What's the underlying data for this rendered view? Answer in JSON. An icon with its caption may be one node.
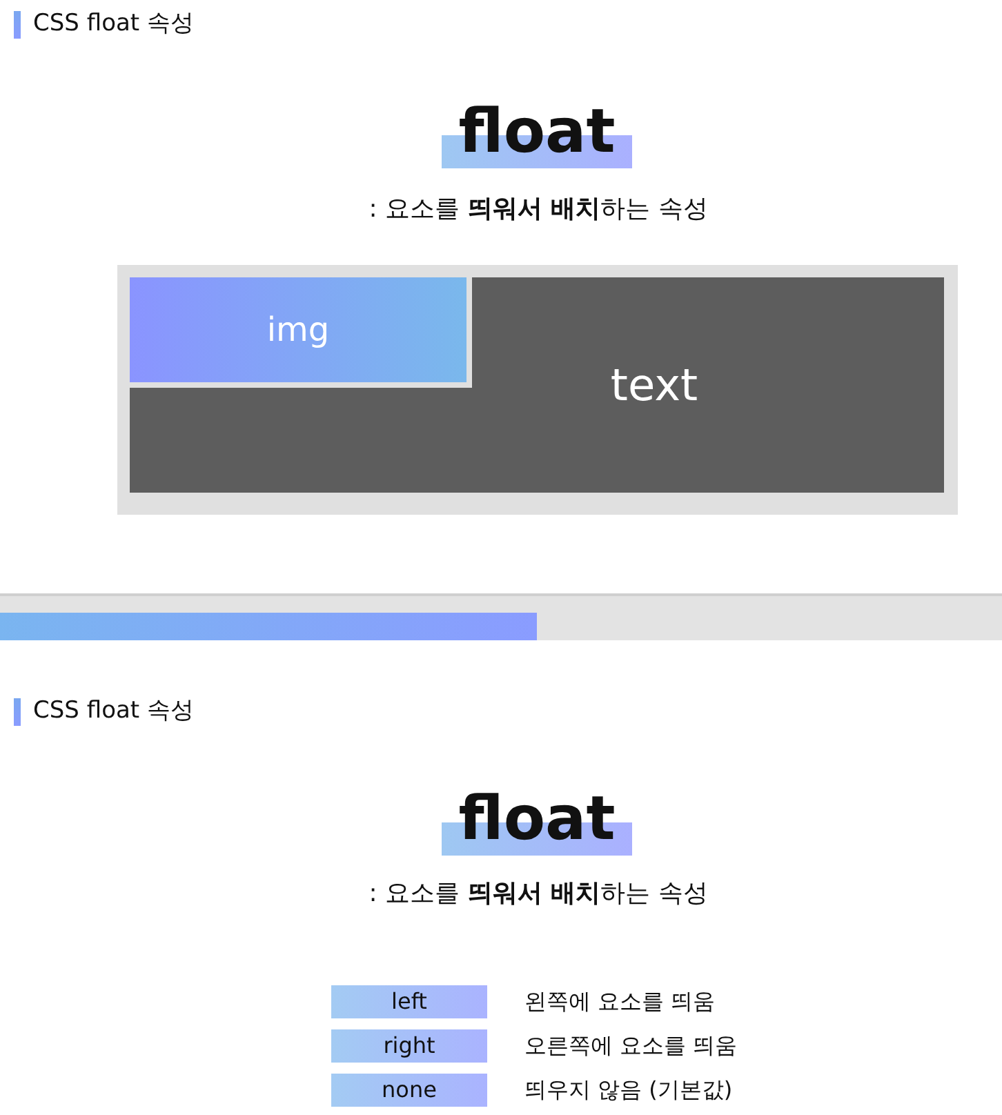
{
  "diagram": {
    "nodes": [
      {
        "text": [],
        "shape": "box"
      },
      {
        "text": [
          "img"
        ],
        "in": 2
      },
      {
        "text": [
          "text"
        ],
        "in": 0
      },
      {
        "text": [
          "left"
        ],
        "beside": [
          "왼쪽에 요소를 띄움"
        ]
      },
      {
        "text": [
          "right"
        ],
        "beside": [
          "오른쪽에 요소를 띄움"
        ]
      },
      {
        "text": [
          "none"
        ],
        "beside": [
          "띄우지 않음 (기본값)"
        ]
      }
    ],
    "labels": [
      "CSS float 속성",
      "float",
      ": 요소를 **띄워서 배치**하는 속성",
      "CSS float 속성",
      "float",
      ": 요소를 **띄워서 배치**하는 속성"
    ]
  }
}
